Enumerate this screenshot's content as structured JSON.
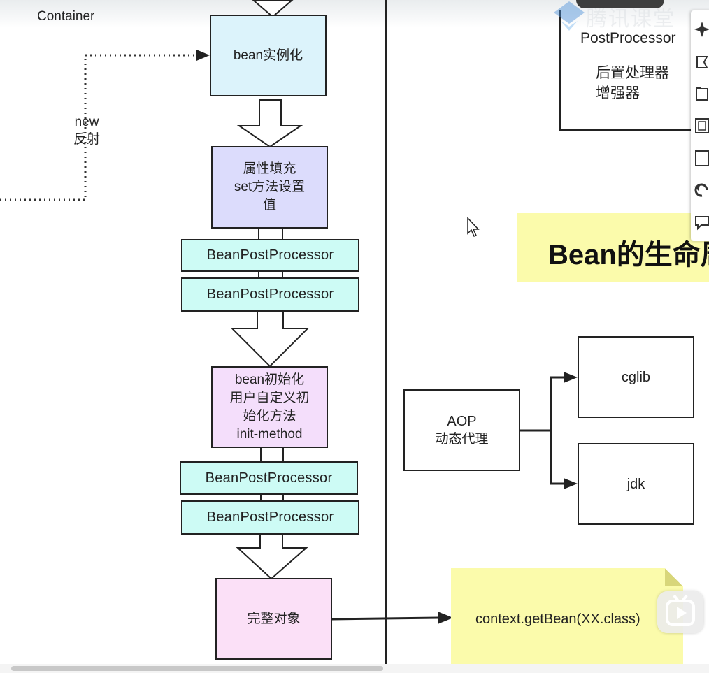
{
  "diagram": {
    "container_label": "Container",
    "new_reflect_label": "new\n反射",
    "step_instantiate": "bean实例化",
    "step_populate": "属性填充\nset方法设置\n值",
    "bpp_label": "BeanPostProcessor",
    "step_init": "bean初始化\n用户自定义初\n始化方法\ninit-method",
    "step_complete": "完整对象",
    "get_bean": "context.getBean(XX.class)",
    "post_processor_title": "PostProcessor",
    "post_processor_desc": "后置处理器\n增强器",
    "lifecycle_heading": "Bean的生命周",
    "aop_title": "AOP",
    "aop_subtitle": "动态代理",
    "cglib_label": "cglib",
    "jdk_label": "jdk"
  },
  "watermark": {
    "text": "腾讯课堂"
  },
  "colors": {
    "instantiate_fill": "#dcf3fb",
    "populate_fill": "#dcdcfc",
    "bpp_fill": "#cdfbf5",
    "init_fill": "#f4defb",
    "complete_fill": "#fbe0f7",
    "note_fill": "#fbfbab",
    "heading_fill": "#fbfbab"
  },
  "toolbar_icons": [
    "navigate-icon",
    "pin-icon",
    "panel-icon",
    "dock-icon",
    "blank-icon",
    "undo-icon",
    "comment-icon"
  ]
}
